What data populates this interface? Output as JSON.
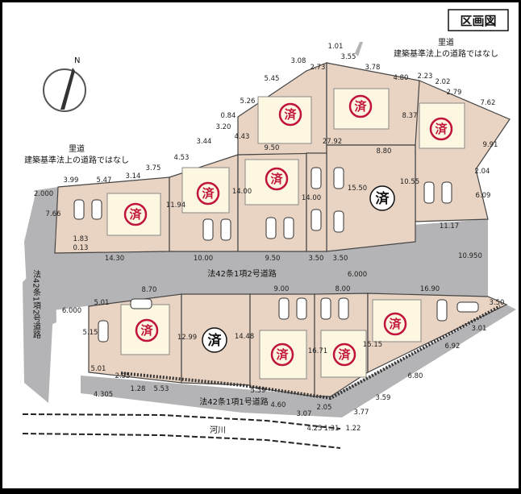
{
  "title": "区画図",
  "north_label": "N",
  "colors": {
    "lot_fill": "#e9d3c2",
    "road_fill": "#b4b4b6",
    "stamp_red": "#c0143c",
    "house_fill": "#fdf6e0"
  },
  "labels": {
    "satomichi_right_1": "里道",
    "satomichi_right_2": "建築基準法上の道路ではなし",
    "satomichi_left_1": "里道",
    "satomichi_left_2": "建築基準法上の道路ではなし",
    "road_middle": "法42条1項2号道路",
    "road_left_vertical": "法42条1項2号道路",
    "road_bottom": "法42条1項1号道路",
    "river": "河川"
  },
  "stamps": {
    "sold": "済"
  },
  "dimensions": [
    {
      "id": "d1",
      "text": "1.01"
    },
    {
      "id": "d2",
      "text": "3.55"
    },
    {
      "id": "d3",
      "text": "3.78"
    },
    {
      "id": "d4",
      "text": "4.80"
    },
    {
      "id": "d5",
      "text": "2.23"
    },
    {
      "id": "d6",
      "text": "2.02"
    },
    {
      "id": "d7",
      "text": "2.79"
    },
    {
      "id": "d8",
      "text": "7.62"
    },
    {
      "id": "d9",
      "text": "9.91"
    },
    {
      "id": "d10",
      "text": "2.04"
    },
    {
      "id": "d11",
      "text": "6.09"
    },
    {
      "id": "d12",
      "text": "3.08"
    },
    {
      "id": "d13",
      "text": "2.73"
    },
    {
      "id": "d14",
      "text": "5.45"
    },
    {
      "id": "d15",
      "text": "5.26"
    },
    {
      "id": "d16",
      "text": "0.84"
    },
    {
      "id": "d17",
      "text": "3.20"
    },
    {
      "id": "d18",
      "text": "3.44"
    },
    {
      "id": "d19",
      "text": "4.53"
    },
    {
      "id": "d20",
      "text": "3.75"
    },
    {
      "id": "d21",
      "text": "3.14"
    },
    {
      "id": "d22",
      "text": "5.47"
    },
    {
      "id": "d23",
      "text": "3.99"
    },
    {
      "id": "d24",
      "text": "2.000"
    },
    {
      "id": "d25",
      "text": "7.66"
    },
    {
      "id": "d26",
      "text": "1.83"
    },
    {
      "id": "d27",
      "text": "0.13"
    },
    {
      "id": "d28",
      "text": "14.30"
    },
    {
      "id": "d29",
      "text": "10.00"
    },
    {
      "id": "d30",
      "text": "9.50"
    },
    {
      "id": "d31",
      "text": "3.50"
    },
    {
      "id": "d32",
      "text": "3.50"
    },
    {
      "id": "d33",
      "text": "11.94"
    },
    {
      "id": "d34",
      "text": "4.43"
    },
    {
      "id": "d35",
      "text": "9.50"
    },
    {
      "id": "d36",
      "text": "14.00"
    },
    {
      "id": "d37",
      "text": "14.00"
    },
    {
      "id": "d38",
      "text": "27.92"
    },
    {
      "id": "d39",
      "text": "8.37"
    },
    {
      "id": "d40",
      "text": "8.80"
    },
    {
      "id": "d41",
      "text": "15.50"
    },
    {
      "id": "d42",
      "text": "10.55"
    },
    {
      "id": "d43",
      "text": "11.17"
    },
    {
      "id": "d44",
      "text": "10.950"
    },
    {
      "id": "d45",
      "text": "6.000"
    },
    {
      "id": "d46",
      "text": "6.000"
    },
    {
      "id": "d47",
      "text": "5.01"
    },
    {
      "id": "d48",
      "text": "8.70"
    },
    {
      "id": "d49",
      "text": "9.00"
    },
    {
      "id": "d50",
      "text": "8.00"
    },
    {
      "id": "d51",
      "text": "16.90"
    },
    {
      "id": "d52",
      "text": "3.50"
    },
    {
      "id": "d53",
      "text": "3.01"
    },
    {
      "id": "d54",
      "text": "5.15"
    },
    {
      "id": "d55",
      "text": "12.99"
    },
    {
      "id": "d56",
      "text": "14.48"
    },
    {
      "id": "d57",
      "text": "16.71"
    },
    {
      "id": "d58",
      "text": "15.15"
    },
    {
      "id": "d59",
      "text": "5.01"
    },
    {
      "id": "d60",
      "text": "2.95"
    },
    {
      "id": "d61",
      "text": "1.28"
    },
    {
      "id": "d62",
      "text": "5.53"
    },
    {
      "id": "d63",
      "text": "4.305"
    },
    {
      "id": "d64",
      "text": "5.59"
    },
    {
      "id": "d65",
      "text": "4.60"
    },
    {
      "id": "d66",
      "text": "3.07"
    },
    {
      "id": "d67",
      "text": "2.05"
    },
    {
      "id": "d68",
      "text": "4.25"
    },
    {
      "id": "d69",
      "text": "1.31"
    },
    {
      "id": "d70",
      "text": "3.77"
    },
    {
      "id": "d71",
      "text": "1.22"
    },
    {
      "id": "d72",
      "text": "3.59"
    },
    {
      "id": "d73",
      "text": "6.80"
    },
    {
      "id": "d74",
      "text": "6.92"
    }
  ]
}
